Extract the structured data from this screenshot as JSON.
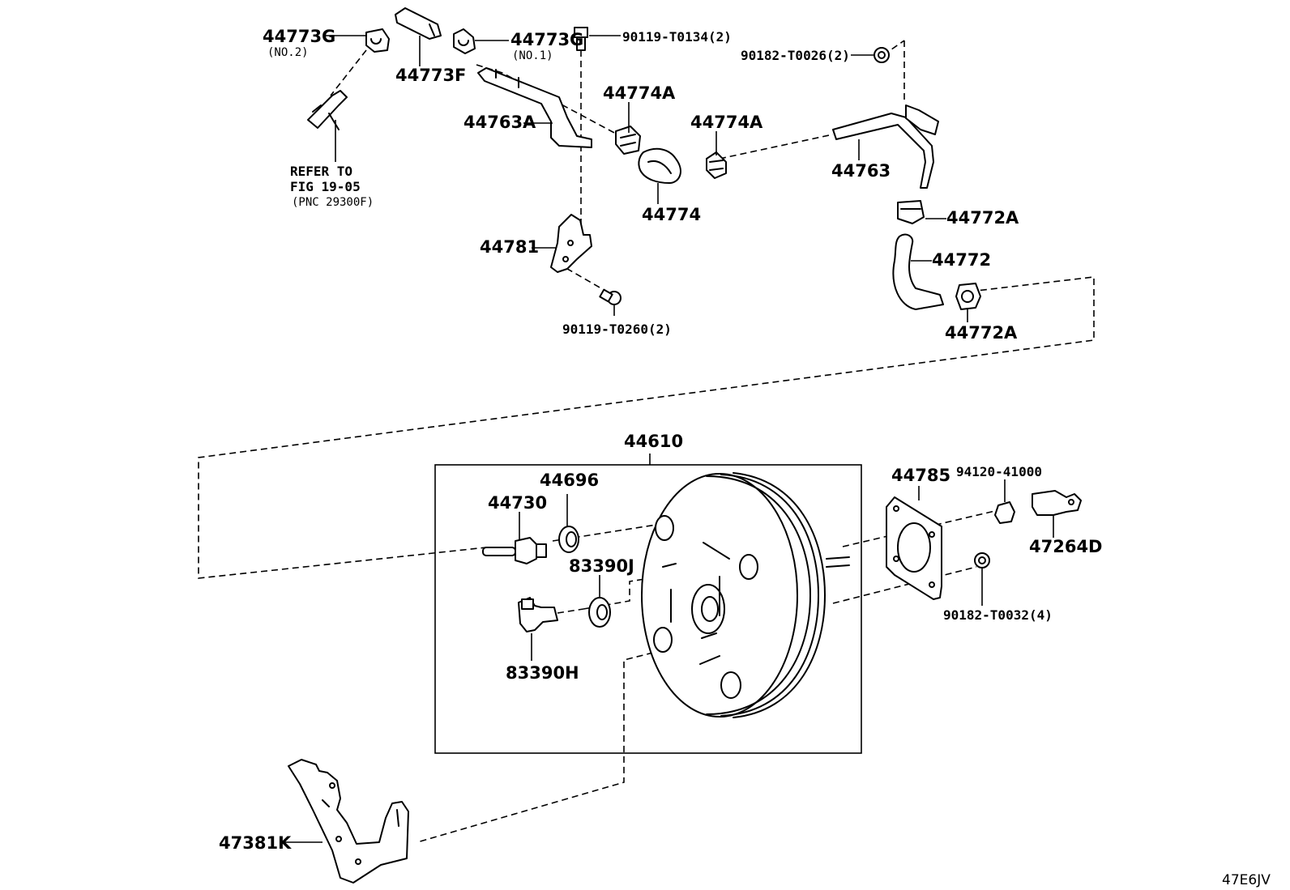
{
  "labels": {
    "p44773G_a": "44773G",
    "p44773G_a_sub": "(NO.2)",
    "p44773F": "44773F",
    "p44773G_b": "44773G",
    "p44773G_b_sub": "(NO.1)",
    "p90119_T0134": "90119-T0134(2)",
    "p90182_T0026": "90182-T0026(2)",
    "p44774A_a": "44774A",
    "p44774A_b": "44774A",
    "p44763A": "44763A",
    "p44763": "44763",
    "p44774": "44774",
    "p44772A_a": "44772A",
    "p44772": "44772",
    "p44772A_b": "44772A",
    "p44781": "44781",
    "p90119_T0260": "90119-T0260(2)",
    "refer_line1": "REFER TO",
    "refer_line2": "FIG 19-05",
    "refer_line3": "(PNC 29300F)",
    "p44610": "44610",
    "p44696": "44696",
    "p44730": "44730",
    "p83390J": "83390J",
    "p83390H": "83390H",
    "p44785": "44785",
    "p94120_41000": "94120-41000",
    "p47264D": "47264D",
    "p90182_T0032": "90182-T0032(4)",
    "p47381K": "47381K"
  },
  "diagram_code": "47E6JV"
}
